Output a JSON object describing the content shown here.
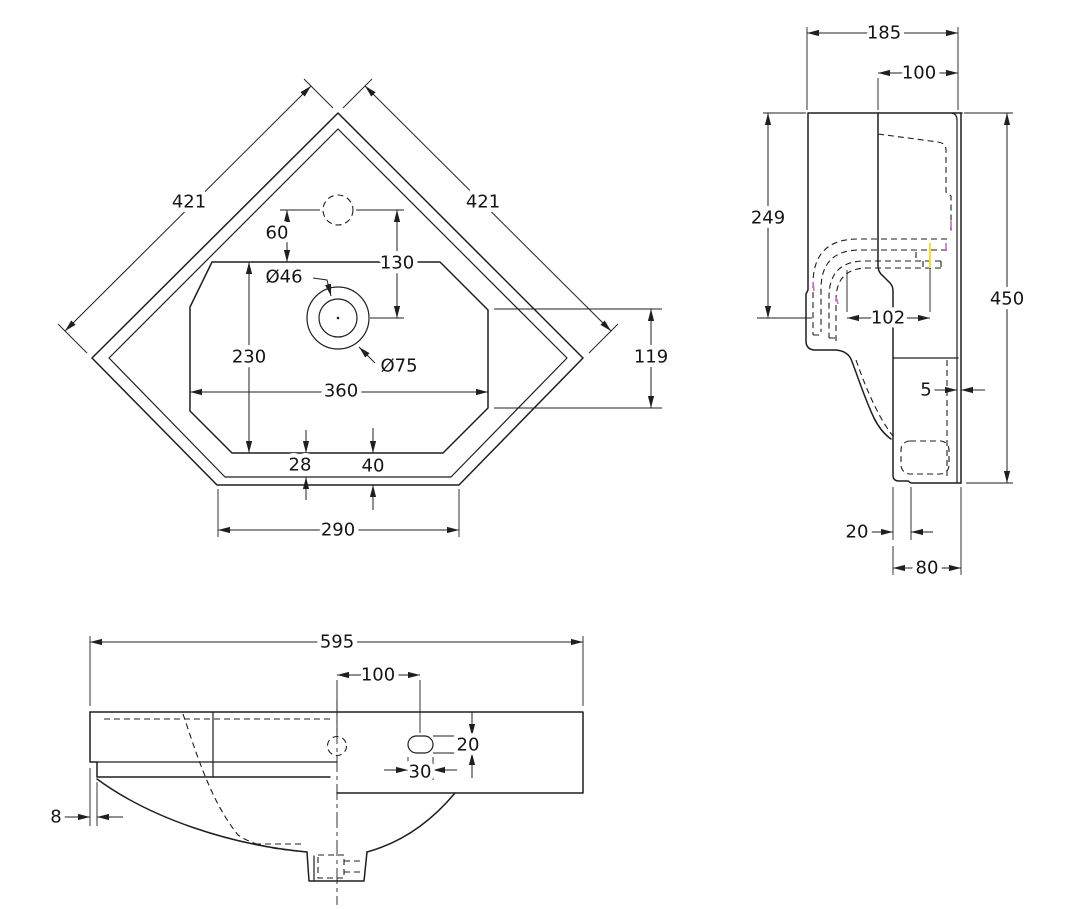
{
  "drawing": {
    "kind": "technical-drawing",
    "subject": "corner basin with three orthographic views",
    "units": "mm",
    "colors": {
      "line": "#1f1f1f",
      "background": "#ffffff",
      "highlight_yellow": "#f0e13a",
      "highlight_magenta": "#c86ec8"
    },
    "views": {
      "plan": {
        "label": "plan-view",
        "dims": {
          "edge_left": "421",
          "edge_right": "421",
          "tap_to_bowl": "60",
          "tap_to_waste": "130",
          "waste_inner": "Ø46",
          "waste_outer": "Ø75",
          "bowl_depth": "230",
          "bowl_width": "360",
          "rim_inner_offset": "28",
          "rim_outer_offset": "40",
          "front_width": "290",
          "side_flat": "119"
        }
      },
      "side": {
        "label": "side-view",
        "dims": {
          "top_depth": "185",
          "rim_depth": "100",
          "front_height": "249",
          "overall_height": "450",
          "recess_depth": "102",
          "wall_gap": "5",
          "foot_inset": "20",
          "duct_width": "80"
        }
      },
      "front": {
        "label": "front-view",
        "dims": {
          "overall_width": "595",
          "tap_to_overflow": "100",
          "overflow_height": "20",
          "overflow_width": "30",
          "rim_lip": "8"
        }
      }
    }
  }
}
